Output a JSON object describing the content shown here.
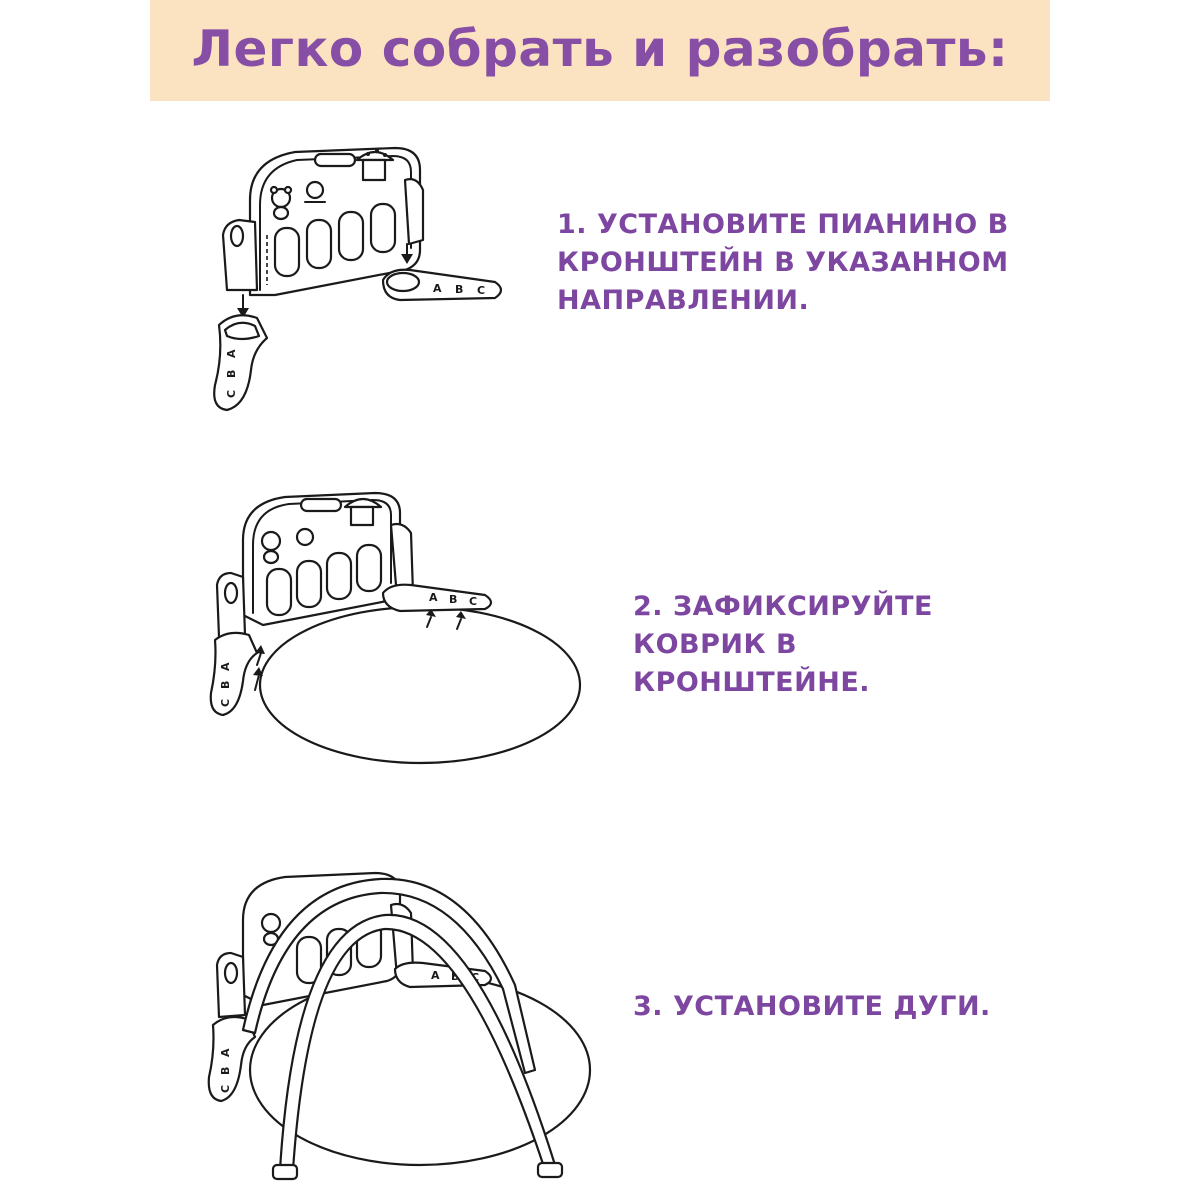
{
  "header": {
    "title": "Легко собрать и разобрать:",
    "bg_color": "#fbe3c2",
    "text_color": "#874ea6"
  },
  "steps": [
    {
      "lines": [
        "1. УСТАНОВИТЕ  ПИАНИНО В",
        "КРОНШТЕЙН  В УКАЗАННОМ",
        "НАПРАВЛЕНИИ."
      ],
      "illustration_icon": "piano-bracket-install-icon"
    },
    {
      "lines": [
        "2. ЗАФИКСИРУЙТЕ",
        "КОВРИК В",
        "КРОНШТЕЙНЕ."
      ],
      "illustration_icon": "mat-fixing-icon"
    },
    {
      "lines": [
        "3. УСТАНОВИТЕ ДУГИ."
      ],
      "illustration_icon": "arches-install-icon"
    }
  ],
  "bracket_letters": {
    "right": [
      "A",
      "B",
      "C"
    ],
    "left": [
      "C",
      "B",
      "A"
    ]
  }
}
